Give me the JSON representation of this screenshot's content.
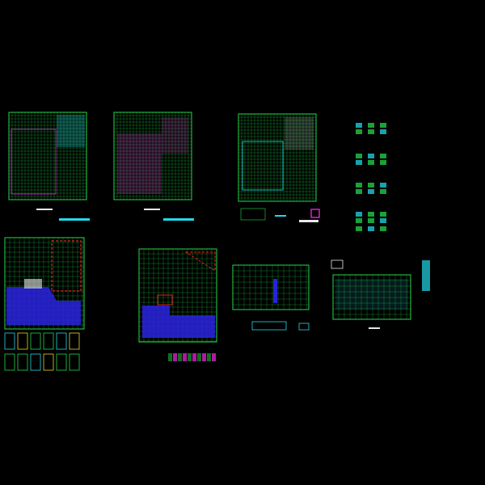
{
  "colors": {
    "background": "#000000",
    "grid": "#22d84a",
    "grid_dim": "#138a2c",
    "accent_cyan": "#22d8e8",
    "accent_magenta": "#d822c8",
    "accent_blue": "#2a22e0",
    "accent_red": "#e02222",
    "accent_white": "#e8e8e8",
    "accent_yellow": "#e8d822"
  },
  "sheets": [
    {
      "id": "plan-1",
      "kind": "grid-plan"
    },
    {
      "id": "plan-2",
      "kind": "grid-plan"
    },
    {
      "id": "plan-3",
      "kind": "grid-plan"
    },
    {
      "id": "detail-column",
      "kind": "details"
    },
    {
      "id": "plan-4",
      "kind": "grid-plan"
    },
    {
      "id": "plan-5",
      "kind": "grid-plan"
    },
    {
      "id": "elevation-1",
      "kind": "elevation"
    },
    {
      "id": "elevation-2",
      "kind": "elevation"
    }
  ]
}
